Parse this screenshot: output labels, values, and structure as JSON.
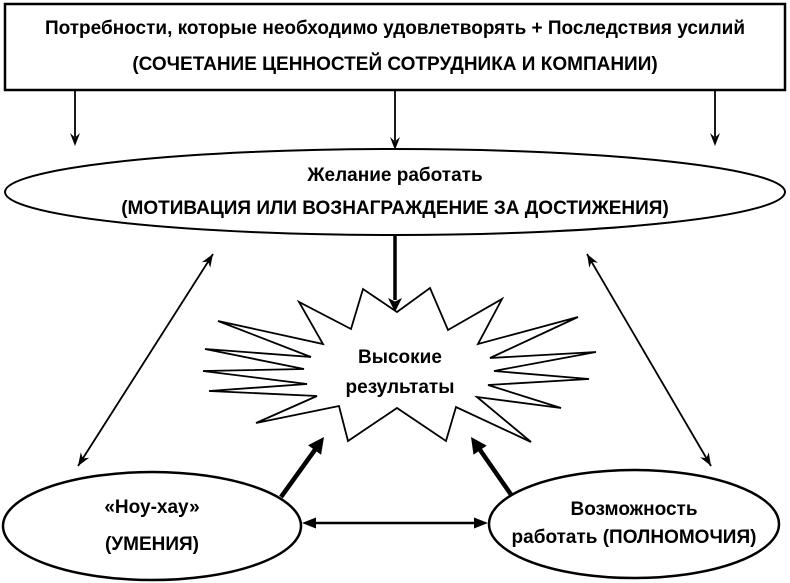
{
  "diagram": {
    "title": "Схема мотивации: потребности, желание работать, высокие результаты",
    "colors": {
      "ink": "#000000",
      "background": "#ffffff"
    },
    "needs_box": {
      "line1": "Потребности, которые необходимо удовлетворять + Последствия усилий",
      "line2": "(СОЧЕТАНИЕ ЦЕННОСТЕЙ СОТРУДНИКА И КОМПАНИИ)"
    },
    "desire_ellipse": {
      "line1": "Желание работать",
      "line2": "(МОТИВАЦИЯ ИЛИ ВОЗНАГРАЖДЕНИЕ ЗА ДОСТИЖЕНИЯ)"
    },
    "results_star": {
      "line1": "Высокие",
      "line2": "результаты"
    },
    "knowhow_ellipse": {
      "line1": "«Ноу-хау»",
      "line2": "(УМЕНИЯ)"
    },
    "opportunity_ellipse": {
      "line1": "Возможность",
      "line2": "работать (ПОЛНОМОЧИЯ)"
    }
  }
}
